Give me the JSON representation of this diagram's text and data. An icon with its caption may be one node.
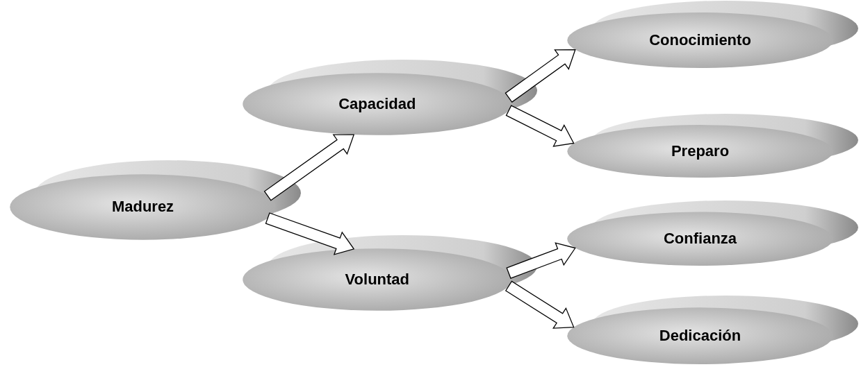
{
  "diagram": {
    "nodes": [
      {
        "text": [
          "Madurez"
        ]
      },
      {
        "text": [
          "Capacidad"
        ]
      },
      {
        "text": [
          "Voluntad"
        ]
      },
      {
        "text": [
          "Conocimiento"
        ]
      },
      {
        "text": [
          "Preparo"
        ]
      },
      {
        "text": [
          "Confianza"
        ]
      },
      {
        "text": [
          "Dedicación"
        ]
      }
    ],
    "edges": [
      {
        "from": 0,
        "to": 1,
        "arrow": "to"
      },
      {
        "from": 0,
        "to": 2,
        "arrow": "to"
      },
      {
        "from": 1,
        "to": 3,
        "arrow": "to"
      },
      {
        "from": 1,
        "to": 4,
        "arrow": "to"
      },
      {
        "from": 2,
        "to": 5,
        "arrow": "to"
      },
      {
        "from": 2,
        "to": 6,
        "arrow": "to"
      }
    ]
  }
}
